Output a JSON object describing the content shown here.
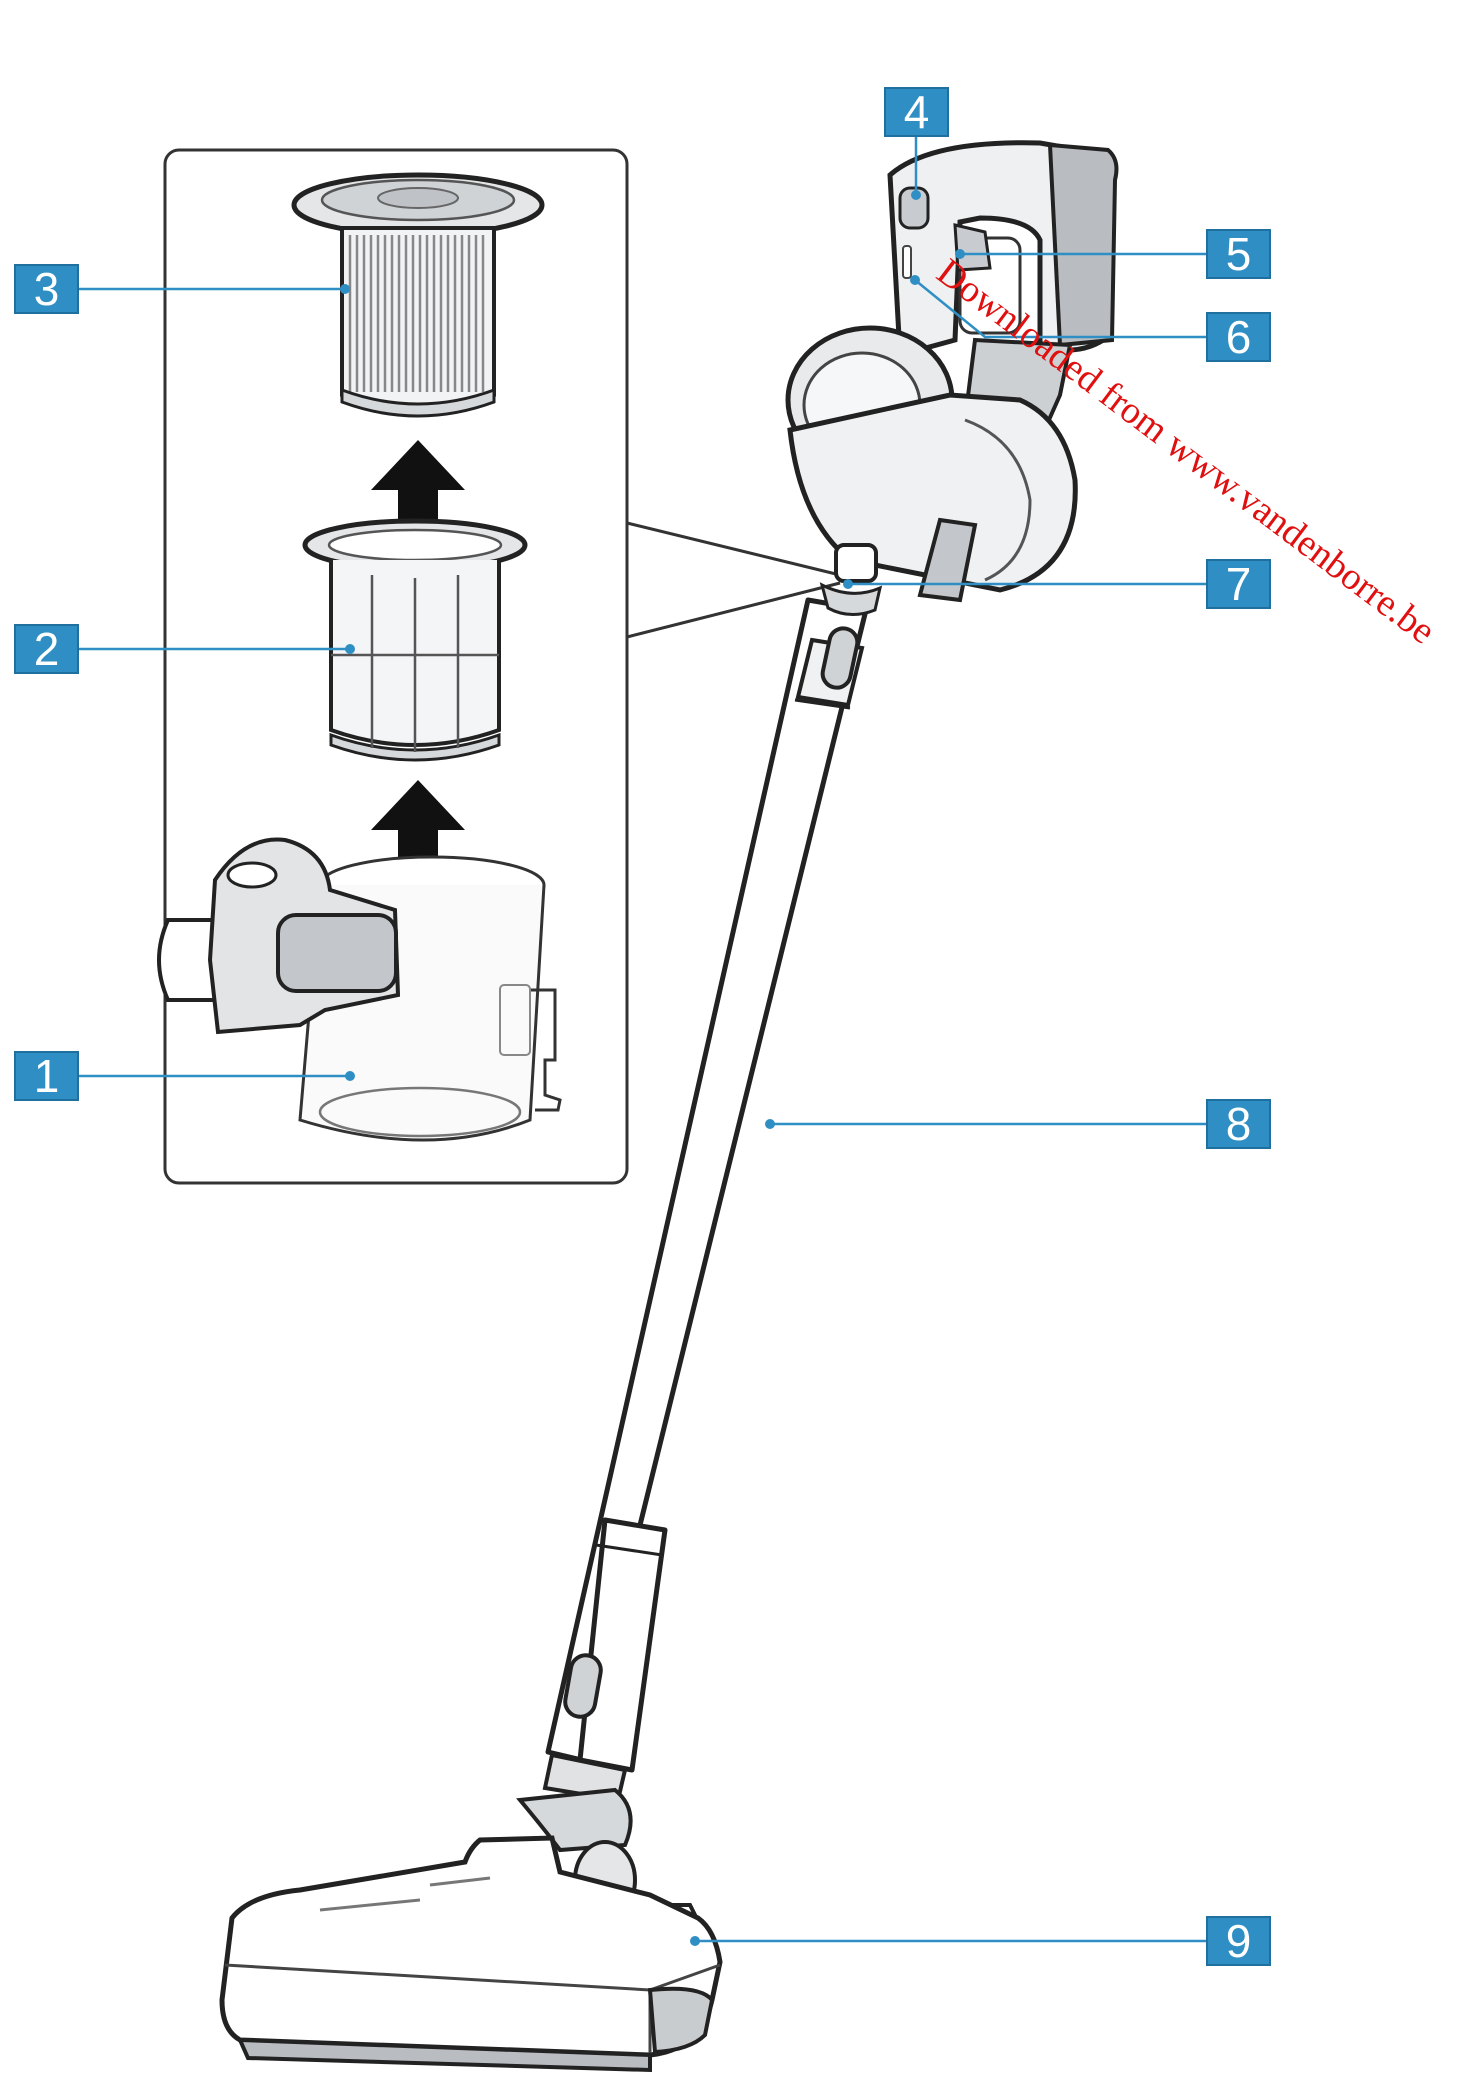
{
  "watermark": "Downloaded from www.vandenborre.be",
  "callouts": [
    {
      "label": "1",
      "part": "dust-container"
    },
    {
      "label": "2",
      "part": "mesh-filter"
    },
    {
      "label": "3",
      "part": "pleated-filter"
    },
    {
      "label": "4",
      "part": "power-button"
    },
    {
      "label": "5",
      "part": "trigger"
    },
    {
      "label": "6",
      "part": "indicator-lights"
    },
    {
      "label": "7",
      "part": "container-release-button"
    },
    {
      "label": "8",
      "part": "tube"
    },
    {
      "label": "9",
      "part": "floor-nozzle"
    }
  ],
  "colors": {
    "badge": "#2f8fc4",
    "watermark": "#e01010",
    "line": "#222222"
  }
}
